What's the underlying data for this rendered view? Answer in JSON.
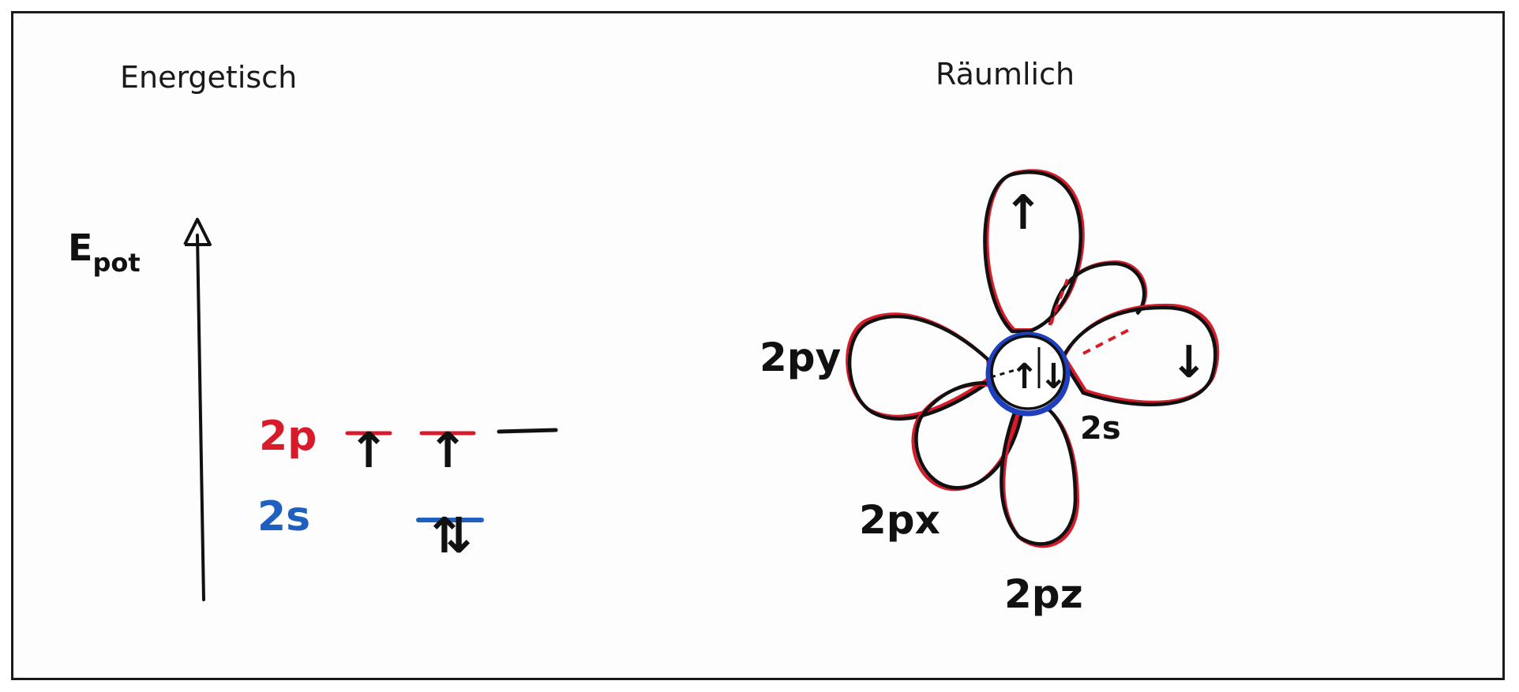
{
  "headings": {
    "energetic": "Energetisch",
    "spatial": "Räumlich"
  },
  "energy_diagram": {
    "axis_label_base": "E",
    "axis_label_sub": "pot",
    "levels": [
      {
        "label": "2p",
        "label_color": "#d81b2a",
        "orbitals": [
          "↑",
          "↑",
          ""
        ],
        "line_color": "#d81b2a"
      },
      {
        "label": "2s",
        "label_color": "#1f5fbf",
        "orbitals": [
          "⇅"
        ],
        "line_color": "#1f5fbf"
      }
    ]
  },
  "orbital_model": {
    "center_arrows": "↑↓",
    "top_lobe_arrow": "↑",
    "right_lobe_arrow": "↓",
    "labels": {
      "s": "2s",
      "py": "2py",
      "px": "2px",
      "pz": "2pz"
    },
    "outline_color": "#d81b2a",
    "s_color": "#1f3fbf"
  }
}
